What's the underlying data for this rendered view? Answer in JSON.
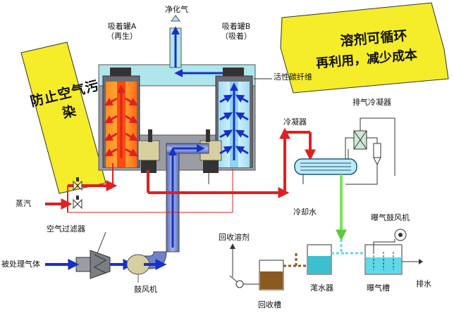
{
  "labels": {
    "clean_gas": "净化气",
    "tank_a": "吸着罐A",
    "tank_a_state": "（再生）",
    "tank_b": "吸着罐B",
    "tank_b_state": "（吸着）",
    "activated_carbon": "活性碳纤维",
    "condenser": "冷凝器",
    "exhaust_condenser": "排气冷凝器",
    "cooling_water": "冷却水",
    "steam": "蒸汽",
    "air_filter": "空气过滤器",
    "input_gas": "被处理气体",
    "blower": "鼓风机",
    "recovered_solvent": "回收溶剂",
    "recovery_tank": "回收槽",
    "decanter": "滗水器",
    "aeration_tank": "曝气槽",
    "aeration_blower": "曝气鼓风机",
    "drain": "排水"
  },
  "banners": {
    "left_text": "防止空气污染",
    "right_line1": "溶剂可循环",
    "right_line2": "再利用，减少成本"
  },
  "colors": {
    "banner_yellow": "#f5ec2a",
    "steam_red": "#e02020",
    "gas_blue": "#1830c8",
    "duct_blue": "#6f82c8",
    "tank_gray": "#9a9ea4",
    "tank_cap": "#aee6ec",
    "regen_orange": "#ff6a10",
    "adsorb_blue": "#bfe8f8",
    "green_flow": "#7de05a"
  }
}
